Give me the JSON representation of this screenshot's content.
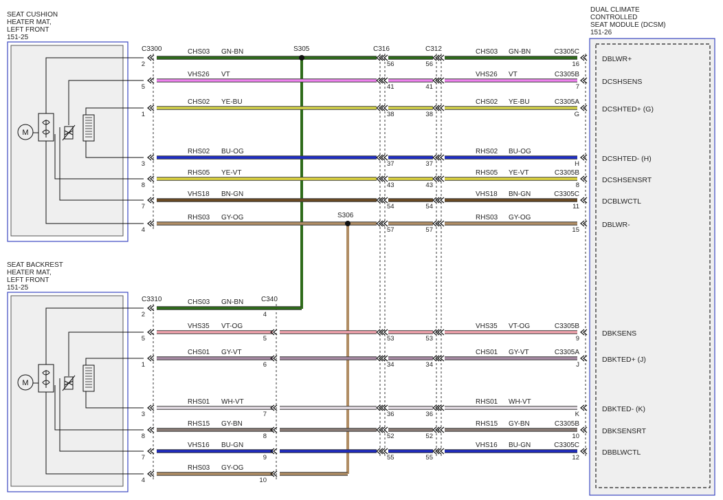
{
  "colors": {
    "GN-BN": "#2e6b1a",
    "VT": "#ee82ee",
    "YE-BU": "#d6d44a",
    "BU-OG": "#1e2ec8",
    "YE-VT": "#e0d640",
    "BN-GN": "#6b4a22",
    "GY-OG": "#b08d64",
    "VT-OG": "#f2a4ae",
    "GY-VT": "#a78aa4",
    "WH-VT": "#e4dde4",
    "GY-BN": "#8a7c76",
    "BU-GN": "#1e2ac0"
  },
  "components": {
    "cushion": {
      "lines": [
        "SEAT CUSHION",
        "HEATER MAT,",
        "LEFT FRONT",
        "151-25"
      ]
    },
    "backrest": {
      "lines": [
        "SEAT BACKREST",
        "HEATER MAT,",
        "LEFT FRONT",
        "151-25"
      ]
    },
    "dcsm": {
      "lines": [
        "DUAL CLIMATE",
        "CONTROLLED",
        "SEAT MODULE (DCSM)",
        "151-26"
      ]
    },
    "motor_symbol": "M"
  },
  "connectors": {
    "c3300": "C3300",
    "c3310": "C3310",
    "c340": "C340",
    "c316": "C316",
    "c312": "C312",
    "splice_s305": "S305",
    "splice_s306": "S306"
  },
  "top_circuits": [
    {
      "circuit": "CHS03",
      "color": "GN-BN",
      "left_pin": "2",
      "c316_pin": "56",
      "c312_pin": "56",
      "dcsm_connector": "C3305C",
      "dcsm_pin": "16",
      "signal": "DBLWR+"
    },
    {
      "circuit": "VHS26",
      "color": "VT",
      "left_pin": "5",
      "c316_pin": "41",
      "c312_pin": "41",
      "dcsm_connector": "C3305B",
      "dcsm_pin": "7",
      "signal": "DCSHSENS"
    },
    {
      "circuit": "CHS02",
      "color": "YE-BU",
      "left_pin": "1",
      "c316_pin": "38",
      "c312_pin": "38",
      "dcsm_connector": "C3305A",
      "dcsm_pin": "G",
      "signal": "DCSHTED+ (G)"
    },
    {
      "circuit": "RHS02",
      "color": "BU-OG",
      "left_pin": "3",
      "c316_pin": "37",
      "c312_pin": "37",
      "dcsm_connector": "",
      "dcsm_pin": "H",
      "signal": "DCSHTED- (H)"
    },
    {
      "circuit": "RHS05",
      "color": "YE-VT",
      "left_pin": "8",
      "c316_pin": "43",
      "c312_pin": "43",
      "dcsm_connector": "C3305B",
      "dcsm_pin": "8",
      "signal": "DCSHSENSRT"
    },
    {
      "circuit": "VHS18",
      "color": "BN-GN",
      "left_pin": "7",
      "c316_pin": "54",
      "c312_pin": "54",
      "dcsm_connector": "C3305C",
      "dcsm_pin": "11",
      "signal": "DCBLWCTL"
    },
    {
      "circuit": "RHS03",
      "color": "GY-OG",
      "left_pin": "4",
      "c316_pin": "57",
      "c312_pin": "57",
      "dcsm_connector": "",
      "dcsm_pin": "15",
      "signal": "DBLWR-"
    }
  ],
  "bottom_circuits": [
    {
      "circuit": "CHS03",
      "color": "GN-BN",
      "left_pin": "2",
      "c340_pin": "4",
      "c316_pin": "",
      "c312_pin": "",
      "dcsm_connector": "",
      "dcsm_pin": "",
      "signal": ""
    },
    {
      "circuit": "VHS35",
      "color": "VT-OG",
      "left_pin": "5",
      "c340_pin": "5",
      "c316_pin": "53",
      "c312_pin": "53",
      "dcsm_connector": "C3305B",
      "dcsm_pin": "9",
      "signal": "DBKSENS"
    },
    {
      "circuit": "CHS01",
      "color": "GY-VT",
      "left_pin": "1",
      "c340_pin": "6",
      "c316_pin": "34",
      "c312_pin": "34",
      "dcsm_connector": "C3305A",
      "dcsm_pin": "J",
      "signal": "DBKTED+ (J)"
    },
    {
      "circuit": "RHS01",
      "color": "WH-VT",
      "left_pin": "3",
      "c340_pin": "7",
      "c316_pin": "36",
      "c312_pin": "36",
      "dcsm_connector": "",
      "dcsm_pin": "K",
      "signal": "DBKTED- (K)"
    },
    {
      "circuit": "RHS15",
      "color": "GY-BN",
      "left_pin": "8",
      "c340_pin": "8",
      "c316_pin": "52",
      "c312_pin": "52",
      "dcsm_connector": "C3305B",
      "dcsm_pin": "10",
      "signal": "DBKSENSRT"
    },
    {
      "circuit": "VHS16",
      "color": "BU-GN",
      "left_pin": "7",
      "c340_pin": "9",
      "c316_pin": "55",
      "c312_pin": "55",
      "dcsm_connector": "C3305C",
      "dcsm_pin": "12",
      "signal": "DBBLWCTL"
    },
    {
      "circuit": "RHS03",
      "color": "GY-OG",
      "left_pin": "4",
      "c340_pin": "10",
      "c316_pin": "",
      "c312_pin": "",
      "dcsm_connector": "",
      "dcsm_pin": "",
      "signal": ""
    }
  ]
}
